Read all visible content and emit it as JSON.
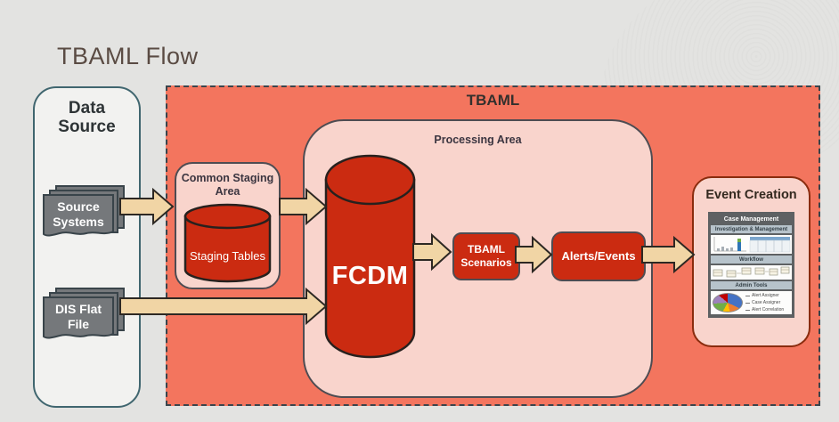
{
  "page": {
    "title": "TBAML Flow"
  },
  "colors": {
    "background": "#e3e3e1",
    "tbaml_fill": "#f3755e",
    "pink_fill": "#f9d4cc",
    "red_fill": "#cb2b11",
    "arrow_fill": "#f1d5a5",
    "data_source_border": "#40666f",
    "event_border": "#8a2c0e",
    "doc_gray": "#75787b"
  },
  "data_source": {
    "label": "Data Source",
    "items": [
      {
        "label": "Source Systems"
      },
      {
        "label": "DIS Flat File"
      }
    ]
  },
  "tbaml": {
    "label": "TBAML",
    "staging": {
      "label": "Common Staging Area",
      "cylinder_label": "Staging Tables"
    },
    "processing": {
      "label": "Processing Area",
      "fcdm_label": "FCDM",
      "scenarios_label": "TBAML Scenarios",
      "alerts_label": "Alerts/Events"
    },
    "event_creation": {
      "label": "Event Creation",
      "panel": {
        "title": "Case Management",
        "sections": [
          {
            "header": "Investigation & Management"
          },
          {
            "header": "Workflow"
          },
          {
            "header": "Admin Tools"
          }
        ],
        "legend": [
          {
            "label": "Alert Assigner"
          },
          {
            "label": "Case Assigner"
          },
          {
            "label": "Alert  Correlation"
          }
        ]
      }
    }
  }
}
